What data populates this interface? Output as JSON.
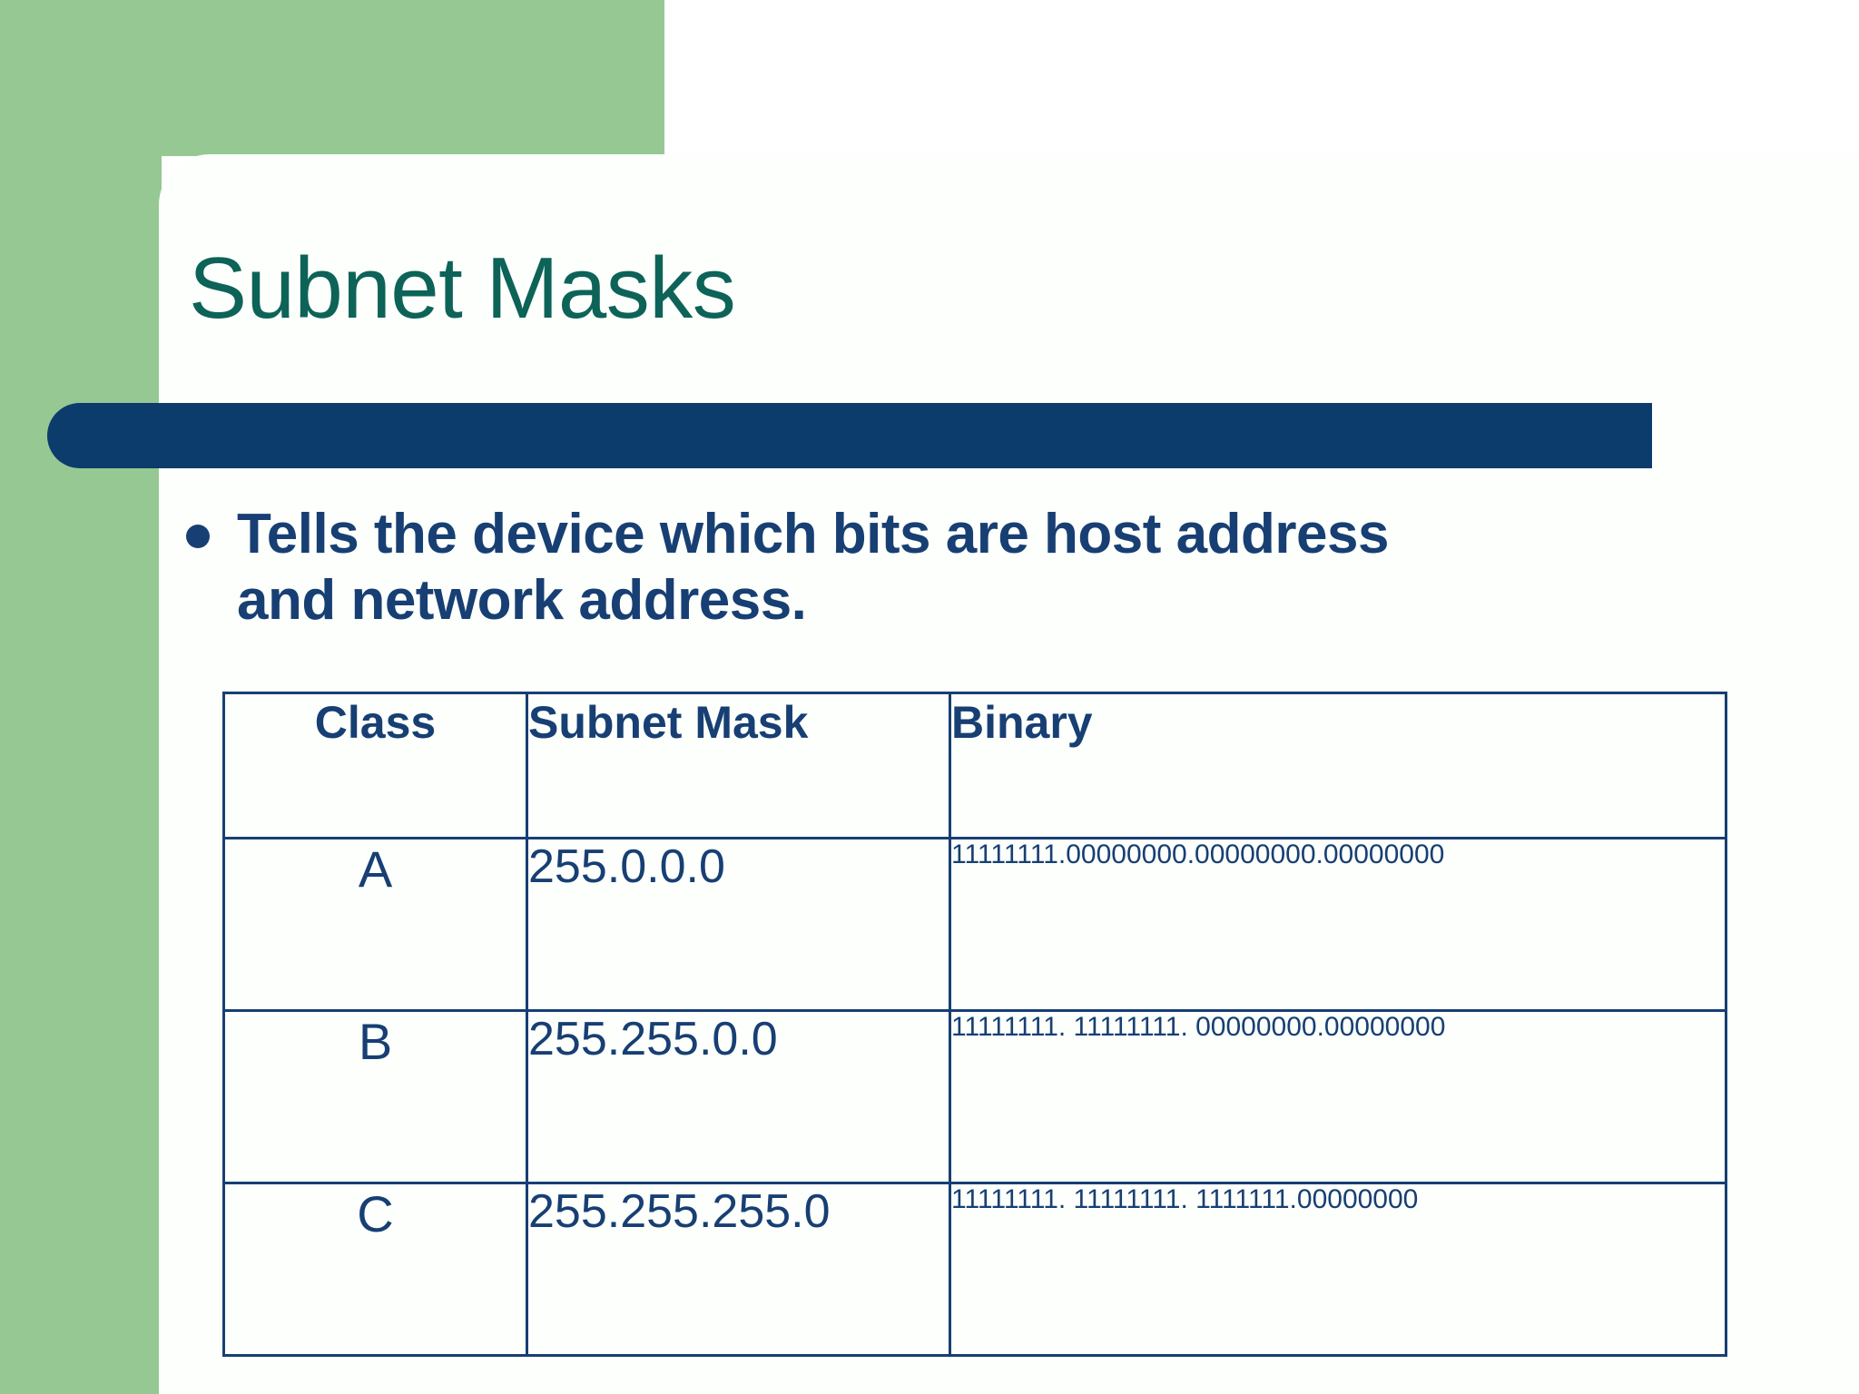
{
  "slide": {
    "title": "Subnet Masks",
    "bullets": [
      "Tells the device which bits are host address and network address."
    ],
    "colors": {
      "title_teal": "#0d6357",
      "body_navy": "#173f73",
      "accent_bar_navy": "#0b3c6b",
      "background_green": "#96c894",
      "panel_white": "#fdfffc"
    }
  },
  "table": {
    "headers": [
      "Class",
      "Subnet Mask",
      "Binary"
    ],
    "rows": [
      {
        "class": "A",
        "subnet_mask": "255.0.0.0",
        "binary": "11111111.00000000.00000000.00000000"
      },
      {
        "class": "B",
        "subnet_mask": "255.255.0.0",
        "binary": "11111111. 11111111. 00000000.00000000"
      },
      {
        "class": "C",
        "subnet_mask": "255.255.255.0",
        "binary": "11111111. 11111111. 1111111.00000000"
      }
    ]
  }
}
